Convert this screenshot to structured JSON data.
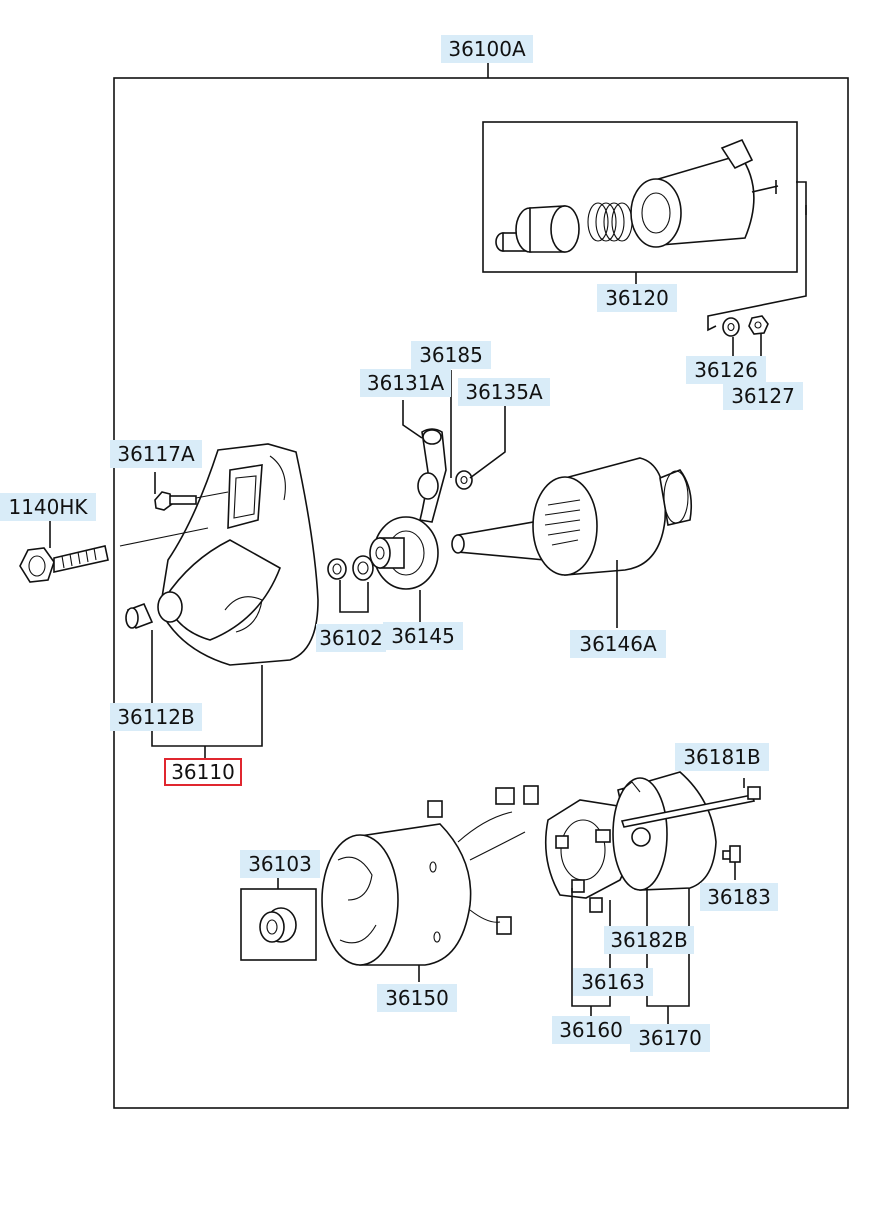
{
  "diagram": {
    "parts": {
      "p36100A": "36100A",
      "p36120": "36120",
      "p36126": "36126",
      "p36127": "36127",
      "p36185": "36185",
      "p36131A": "36131A",
      "p36135A": "36135A",
      "p36117A": "36117A",
      "p1140HK": "1140HK",
      "p36102": "36102",
      "p36145": "36145",
      "p36146A": "36146A",
      "p36112B": "36112B",
      "p36110": "36110",
      "p36181B": "36181B",
      "p36103": "36103",
      "p36183": "36183",
      "p36182B": "36182B",
      "p36163": "36163",
      "p36150": "36150",
      "p36160": "36160",
      "p36170": "36170"
    },
    "selected_part": "36110",
    "colors": {
      "label_bg": "#d9ecf8",
      "selected_border": "#e0262f",
      "line": "#111111"
    }
  }
}
